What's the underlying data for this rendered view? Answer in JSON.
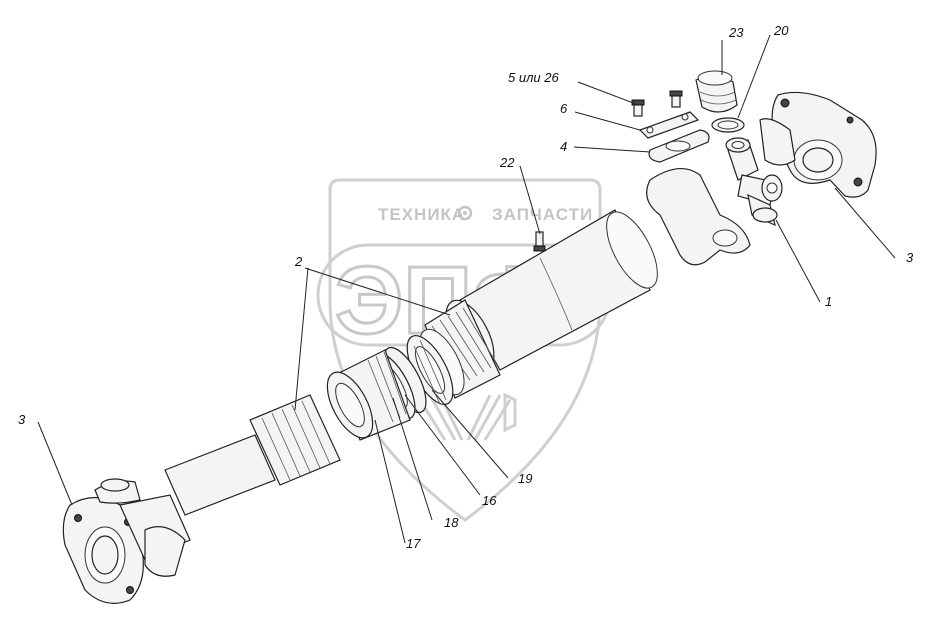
{
  "watermark": {
    "brand_left": "ТЕХНИКА",
    "brand_right": "ЗАПЧАСТИ",
    "logo_letters": "ЭПФ",
    "color": "#c8c8c8"
  },
  "labels": {
    "l1": "1",
    "l2": "2",
    "l3_left": "3",
    "l3_right": "3",
    "l4": "4",
    "l5_26": "5 или 26",
    "l6": "6",
    "l16": "16",
    "l17": "17",
    "l18": "18",
    "l19": "19",
    "l20": "20",
    "l22": "22",
    "l23": "23"
  },
  "colors": {
    "line": "#222222",
    "fill": "#f4f4f4"
  }
}
